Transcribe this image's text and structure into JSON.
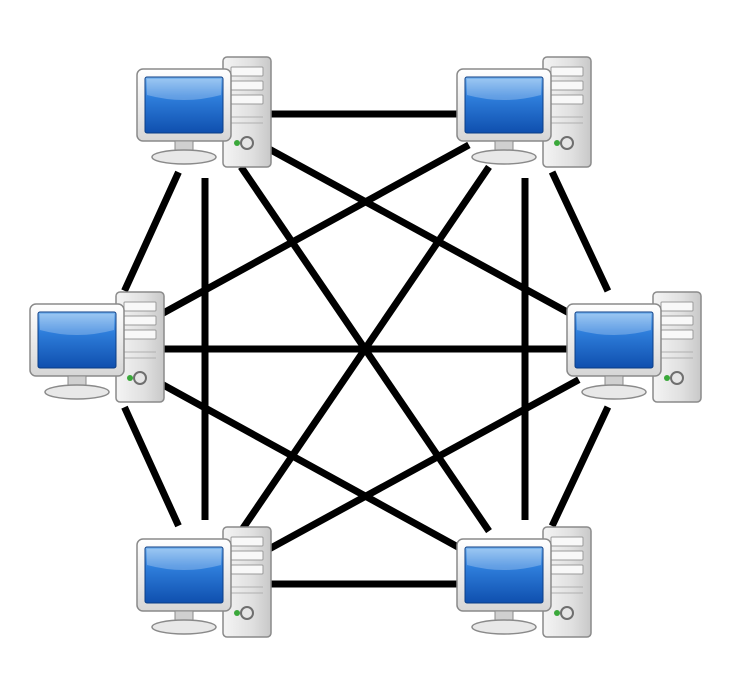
{
  "diagram": {
    "type": "full-mesh-network",
    "node_icon": "desktop-computer-icon",
    "link_color": "#000000",
    "screen_color": "#1f6fd6",
    "nodes": [
      {
        "id": "pc-top-left"
      },
      {
        "id": "pc-top-right"
      },
      {
        "id": "pc-middle-left"
      },
      {
        "id": "pc-middle-right"
      },
      {
        "id": "pc-bottom-left"
      },
      {
        "id": "pc-bottom-right"
      }
    ],
    "links": [
      {
        "from": "pc-top-left",
        "to": "pc-top-right"
      },
      {
        "from": "pc-top-left",
        "to": "pc-middle-left"
      },
      {
        "from": "pc-top-left",
        "to": "pc-middle-right"
      },
      {
        "from": "pc-top-left",
        "to": "pc-bottom-left"
      },
      {
        "from": "pc-top-left",
        "to": "pc-bottom-right"
      },
      {
        "from": "pc-top-right",
        "to": "pc-middle-left"
      },
      {
        "from": "pc-top-right",
        "to": "pc-middle-right"
      },
      {
        "from": "pc-top-right",
        "to": "pc-bottom-left"
      },
      {
        "from": "pc-top-right",
        "to": "pc-bottom-right"
      },
      {
        "from": "pc-middle-left",
        "to": "pc-middle-right"
      },
      {
        "from": "pc-middle-left",
        "to": "pc-bottom-left"
      },
      {
        "from": "pc-middle-left",
        "to": "pc-bottom-right"
      },
      {
        "from": "pc-middle-right",
        "to": "pc-bottom-left"
      },
      {
        "from": "pc-middle-right",
        "to": "pc-bottom-right"
      },
      {
        "from": "pc-bottom-left",
        "to": "pc-bottom-right"
      }
    ]
  }
}
